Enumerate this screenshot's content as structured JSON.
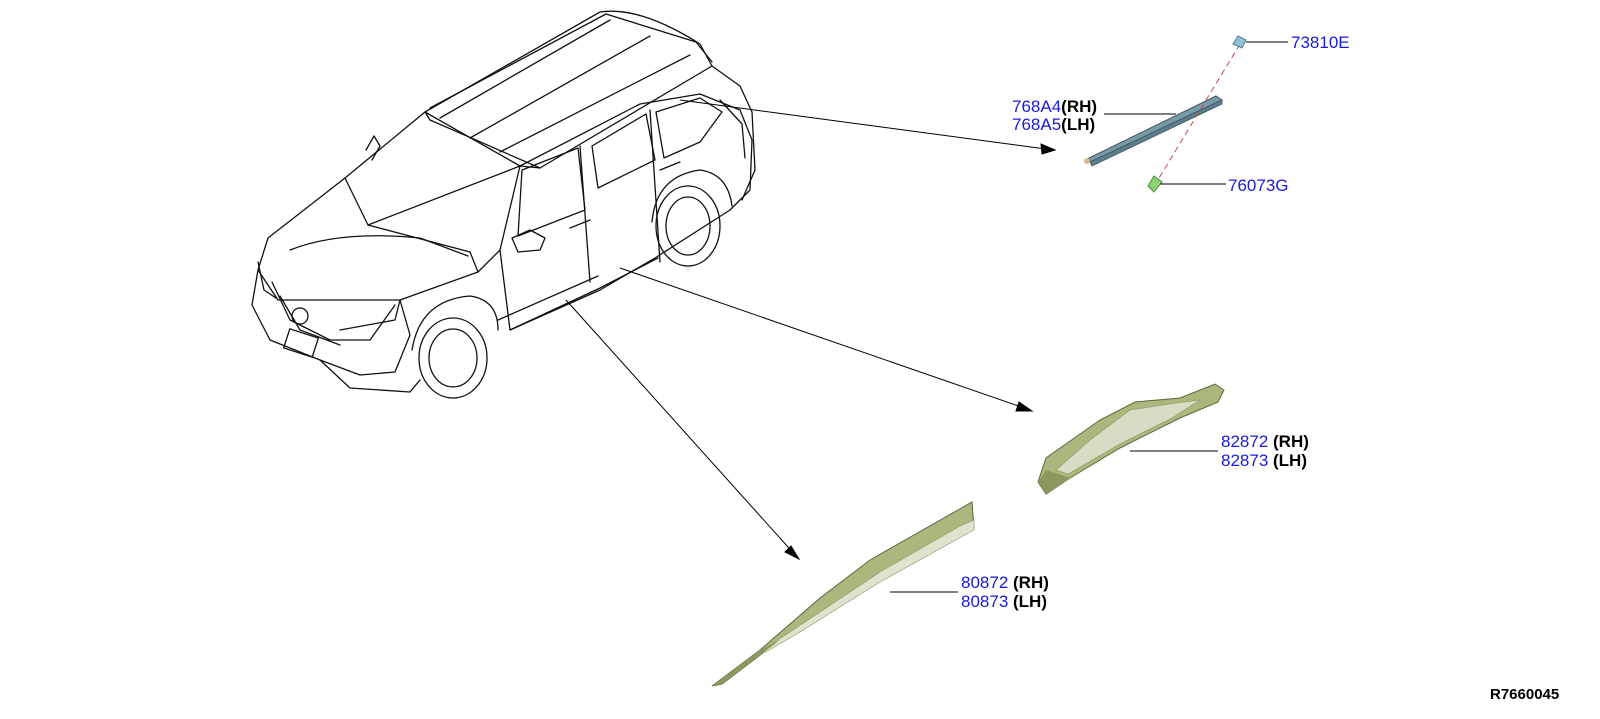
{
  "colors": {
    "part_number": "#1a1adc",
    "molding_fill": "#a9b87c",
    "molding_edge": "#5a6a3a",
    "seal_strip": "#7a9aa8",
    "clip_blue": "#8fc4d8",
    "clip_green": "#8ccf74",
    "line": "#000000",
    "dashed_line": "#c0504d"
  },
  "callouts": [
    {
      "part": "73810E"
    },
    {
      "part": "768A4",
      "side": "(RH)"
    },
    {
      "part": "768A5",
      "side": "(LH)"
    },
    {
      "part": "76073G"
    },
    {
      "part": "82872",
      "side": "(RH)"
    },
    {
      "part": "82873",
      "side": "(LH)"
    },
    {
      "part": "80872",
      "side": "(RH)"
    },
    {
      "part": "80873",
      "side": "(LH)"
    }
  ],
  "reference_code": "R7660045"
}
